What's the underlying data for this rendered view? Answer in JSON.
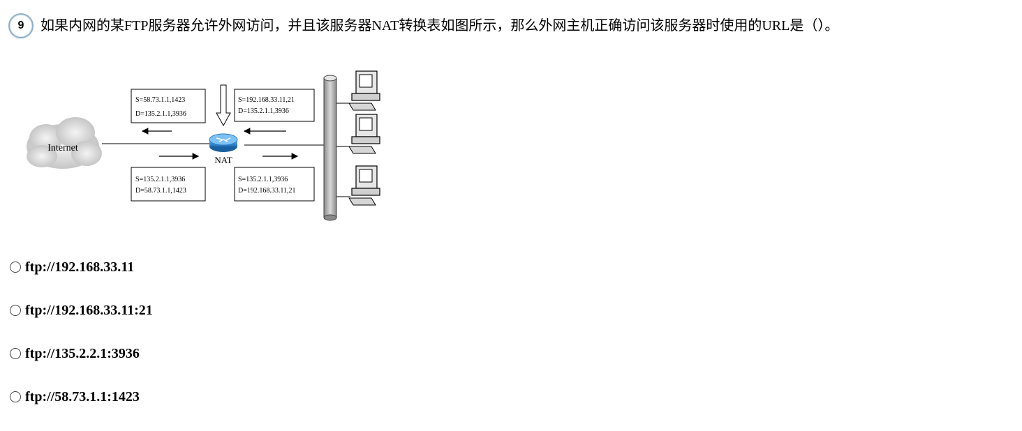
{
  "question": {
    "number": "9",
    "text": "如果内网的某FTP服务器允许外网访问，并且该服务器NAT转换表如图所示，那么外网主机正确访问该服务器时使用的URL是（）。"
  },
  "diagram": {
    "internet_label": "Internet",
    "nat_label": "NAT",
    "boxes": {
      "top_left": [
        "S=58.73.1.1,1423",
        "D=135.2.1.1,3936"
      ],
      "top_right": [
        "S=192.168.33.11,21",
        "D=135.2.1.1,3936"
      ],
      "bottom_left": [
        "S=135.2.1.1,3936",
        "D=58.73.1.1,1423"
      ],
      "bottom_right": [
        "S=135.2.1.1,3936",
        "D=192.168.33.11,21"
      ]
    }
  },
  "options": [
    {
      "label": "ftp://192.168.33.11"
    },
    {
      "label": "ftp://192.168.33.11:21"
    },
    {
      "label": "ftp://135.2.2.1:3936"
    },
    {
      "label": "ftp://58.73.1.1:1423"
    }
  ]
}
